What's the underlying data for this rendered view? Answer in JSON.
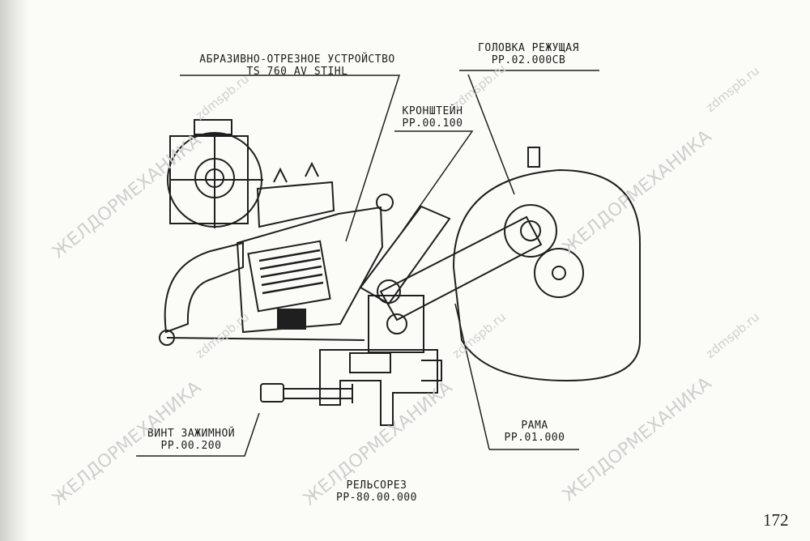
{
  "labels": {
    "saw_device": {
      "line1": "АБРАЗИВНО-ОТРЕЗНОЕ УСТРОЙСТВО",
      "line2": "TS 760 AV STIHL"
    },
    "bracket": {
      "line1": "КРОНШТЕЙН",
      "line2": "PP.00.100"
    },
    "cutting_head": {
      "line1": "ГОЛОВКА РЕЖУЩАЯ",
      "line2": "PP.02.000СВ"
    },
    "clamp_screw": {
      "line1": "ВИНТ ЗАЖИМНОЙ",
      "line2": "PP.00.200"
    },
    "frame": {
      "line1": "РАМА",
      "line2": "PP.01.000"
    },
    "title": {
      "line1": "РЕЛЬСОРЕЗ",
      "line2": "PP-80.00.000"
    }
  },
  "page_number": "172",
  "watermarks": {
    "brand": "ЖЕЛДОРМЕХАНИКА",
    "site": "zdmspb.ru"
  }
}
